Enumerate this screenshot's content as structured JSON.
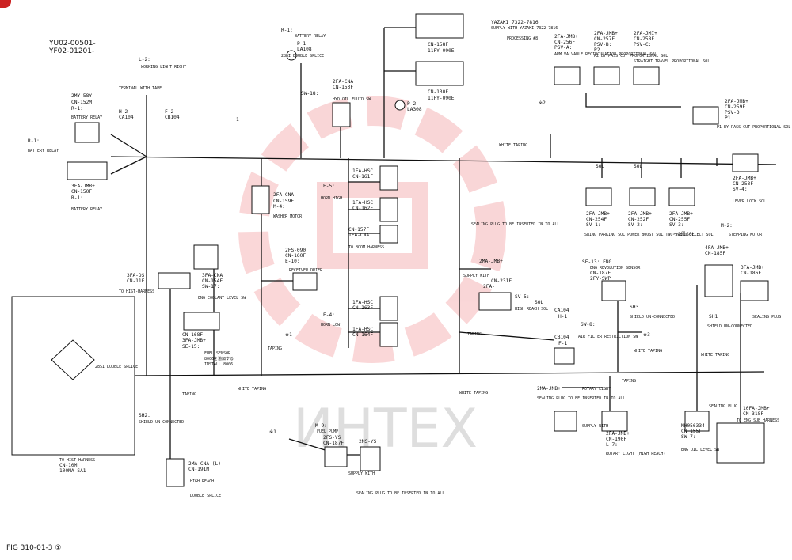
{
  "doc": {
    "models": [
      "YU02-00501-",
      "YF02-01201-"
    ],
    "figure": "FIG 310-01-3 ①",
    "watermark": "ИНTEX"
  },
  "labels": {
    "r1_top": "R-1:",
    "battery_relay_top": "BATTERY RELAY",
    "p1": "P-1",
    "la108": "LA108",
    "double_splice_1": "28SI DOUBLE SPLICE",
    "sw18": "SW-18:",
    "cna153f_a": "2FA-CNA",
    "cna153f_b": "CN-153F",
    "hyd_oil": "HYD OIL FLUID SW",
    "num_1": "1",
    "p2": "P-2",
    "la308": "LA308",
    "yazaki_1": "YAZAKI 7322-7816",
    "yazaki_2": "SUPPLY WITH YAZAKI 7322-7816",
    "processing": "PROCESSING #8",
    "cn158f": "CN-158F",
    "fy090e_1": "11FY-090E",
    "cn130f": "CN-130F",
    "fy090e_2": "11FY-090E",
    "l2": "L-2:",
    "working_light": "WORKING LIGHT RIGHT",
    "terminal_tape": "TERMINAL WITH TAPE",
    "h2": "H-2",
    "ca104_a": "CA104",
    "f2": "F-2",
    "cb104_a": "CB104",
    "my58y": "2MY-58Y",
    "cn152m": "CN-152M",
    "r1_left": "R-1:",
    "battery_relay_left": "BATTERY RELAY",
    "r1_far": "R-1:",
    "battery_relay_far": "BATTERY RELAY",
    "jmb150f_a": "3FA-JMB+",
    "jmb150f_b": "CN-150F",
    "r1_bottom": "R-1:",
    "battery_relay_bottom": "BATTERY RELAY",
    "jm256f_a": "2FA-JMB+",
    "jm256f_b": "CN-256F",
    "psva": "PSV-A:",
    "arm_valve": "ARM VALVABLE RECIRCULATION PROPORTIONAL SOL",
    "jm257f_a": "2FA-JMB+",
    "jm257f_b": "CN-257F",
    "psvb": "PSV-B:",
    "p2_label": "P2",
    "p2_bypass": "P2 BY-PASS CUT PROPORTIONAL SOL",
    "jm258f_a": "2FA-JMI+",
    "jm258f_b": "CN-258F",
    "psvc": "PSV-C:",
    "straight_travel": "STRAIGHT TRAVEL PROPORTIONAL SOL",
    "jm259f_a": "2FA-JMB+",
    "jm259f_b": "CN-259F",
    "psvd": "PSV-D:",
    "p1_label": "P1",
    "p1_bypass": "P1 BY-PASS CUT PROPORTIONAL SOL",
    "x2": "※2",
    "white_taping_1": "WHITE TAPING",
    "e5": "E-5:",
    "horn_high": "HORN HIGH",
    "hsc161_a": "1FA-HSC",
    "hsc161_b": "CN-161F",
    "hsc162_a": "1FA-HSC",
    "hsc162_b": "CN-162F",
    "cna159_a": "2FA-CNA",
    "cna159_b": "CN-159F",
    "m4": "M-4:",
    "washer_motor": "WASHER MOTOR",
    "cn157": "CN-157F",
    "cna_157": "1FA-CNA",
    "boom_harness": "TO BOOM HARNESS",
    "fs090_a": "2FS-090",
    "fs090_b": "CN-160F",
    "e10": "E-10:",
    "receiver_drier": "RECEIVER DRIER",
    "cna154_a": "3FA-CNA",
    "cna154_b": "CN-154F",
    "sw17": "SW-17:",
    "eng_coolant": "ENG COOLANT LEVEL SW",
    "ds_a": "3FA-DS",
    "ds_b": "CN-11F",
    "to_hist": "TO HIST-HARNESS",
    "e4": "E-4:",
    "horn_low": "HORN LOW",
    "hsc163_a": "1FA-HSC",
    "hsc163_b": "CN-163F",
    "hsc164_a": "1FA-HSC",
    "hsc164_b": "CN-164F",
    "cn168": "CN-168F",
    "jm168": "3FA-JMB+",
    "se15": "SE-15:",
    "fuel_sensor": "FUEL SENSOR",
    "install_8006": "8006を追加する",
    "install_8006b": "INSTALL 8006",
    "x1_a": "※1",
    "taping_1": "TAPING",
    "sealing_plug_1": "SEALING PLUG TO BE INSERTED IN TO ALL",
    "jm_2ma": "2MA-JMB+",
    "supply_with_1": "SUPPLY WITH",
    "cn231f": "CN-231F",
    "fa_231": "2FA-",
    "sv5": "SV-5:",
    "sol_1": "SOL",
    "high_reach_sol": "HIGH REACH SOL",
    "ca104_b": "CA104",
    "h1": "H-1",
    "sw8": "SW-8:",
    "air_filter": "AIR FILTER RESTRICTION SW",
    "cb104_b": "CB104",
    "f1": "F-1",
    "taping_2": "TAPING",
    "se13": "SE-13: ENG.",
    "eng_rev": "ENG REVOLUTION SENSOR",
    "cn187f": "CN-187F",
    "fy_swp": "2FY-SWP",
    "sh3": "SH3",
    "shield_1": "SHIELD UN-CONNECTED",
    "x3": "※3",
    "white_taping_2": "WHITE TAPING",
    "sol_sv1": "SOL",
    "sol_sv2": "SOL",
    "sol_sv3": "ー2段SOL",
    "jm254_a": "2FA-JMB+",
    "jm254_b": "CN-254F",
    "sv1": "SV-1:",
    "jm252_a": "2FA-JMB+",
    "jm252_b": "CN-252F",
    "sv2": "SV-2:",
    "jm255_a": "2FA-JMB+",
    "jm255_b": "CN-255F",
    "sv3": "SV-3:",
    "swing_parking": "SWING PARKING SOL  POWER BOOST SOL  TWO-SPEED SELECT SOL",
    "jm253_a": "2FA-JMB+",
    "jm253_b": "CN-253F",
    "sv4": "SV-4:",
    "lever_lock": "LEVER LOCK SOL",
    "m2": "M-2:",
    "stepping_motor": "STEPPING MOTOR",
    "jm185_a": "4FA-JMB+",
    "jm185_b": "CN-185F",
    "jm186_a": "3FA-JMB+",
    "jm186_b": "CN-186F",
    "sh1": "SH1",
    "shield_2": "SHIELD UN-CONNECTED",
    "sealing_plug_r": "SEALING PLUG",
    "white_taping_3": "WHITE TAPING",
    "rotary_light_tag": "ROTARY LIGHT",
    "taping_3": "TAPING",
    "white_taping_4": "WHITE TAPING",
    "white_taping_5": "WHITE TAPING",
    "sh2": "SH2.",
    "shield_3": "SHIELD UN-CONNECTED",
    "taping_4": "TAPING",
    "splice_28": "28SI DOUBLE SPLICE",
    "to_hist_bottom": "TO HIST-HARNESS",
    "cn10m": "CN-10M",
    "sai_100": "100MA-SA1",
    "cna191_a": "2MA-CNA (L)",
    "cna191_b": "CN-191M",
    "high_reach": "HIGH REACH",
    "double_splice_2": "DOUBLE SPLICE",
    "x1_b": "※1",
    "m9": "M-9:",
    "fuel_pump": "FUEL PUMP",
    "ys187_a": "2FS-YS",
    "ys187_b": "CN-187F",
    "ms_ys": "2MS-YS",
    "supply_with_2": "SUPPLY WITH",
    "sealing_plug_2": "SEALING PLUG TO BE INSERTED IN TO ALL",
    "jm_2ma_b": "2MA-JMB+",
    "sealing_plug_3": "SEALING PLUG TO BE INSERTED IN TO ALL",
    "supply_with_3": "SUPPLY WITH",
    "jm190_a": "2FA-JMB+",
    "jm190_b": "CN-190F",
    "l7": "L-7:",
    "rotary_light": "ROTARY LIGHT (HIGH REACH)",
    "sealing_plug_4": "SEALING PLUG",
    "jm318_a": "10FA-JMB+",
    "jm318_b": "CN-318F",
    "to_eng_sub": "TO ENG SUB HARNESS",
    "mh_a": "MH056334",
    "mh_b": "CN-155F",
    "sw7": "SW-7:",
    "eng_oil": "ENG OIL LEVEL SW"
  },
  "colors": {
    "ink": "#111111",
    "watermark_red": "#e8474f",
    "watermark_gray": "#b8b8b8"
  }
}
